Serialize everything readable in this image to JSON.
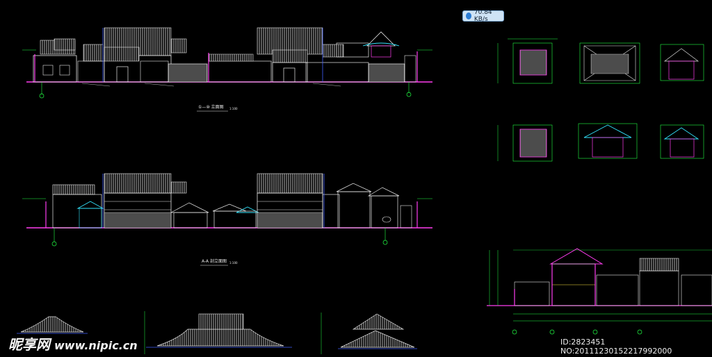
{
  "badge": {
    "text": "70.84 KB/s"
  },
  "titles": {
    "front_elevation": "①—⑩ 立面图",
    "front_elevation_scale": "1:100",
    "side_elevation": "A-A 剖立面图",
    "side_elevation_scale": "1:100"
  },
  "watermark": {
    "brand": "昵享网",
    "url": "www.nipic.cn",
    "id": "ID:2823451 NO:20111230152217992000"
  },
  "colors": {
    "background": "#000000",
    "line_white": "#e8e8e8",
    "line_magenta": "#ff3df0",
    "line_green": "#22ff44",
    "line_cyan": "#33e6ff",
    "line_blue": "#4060ff",
    "line_yellow": "#ffe640"
  }
}
